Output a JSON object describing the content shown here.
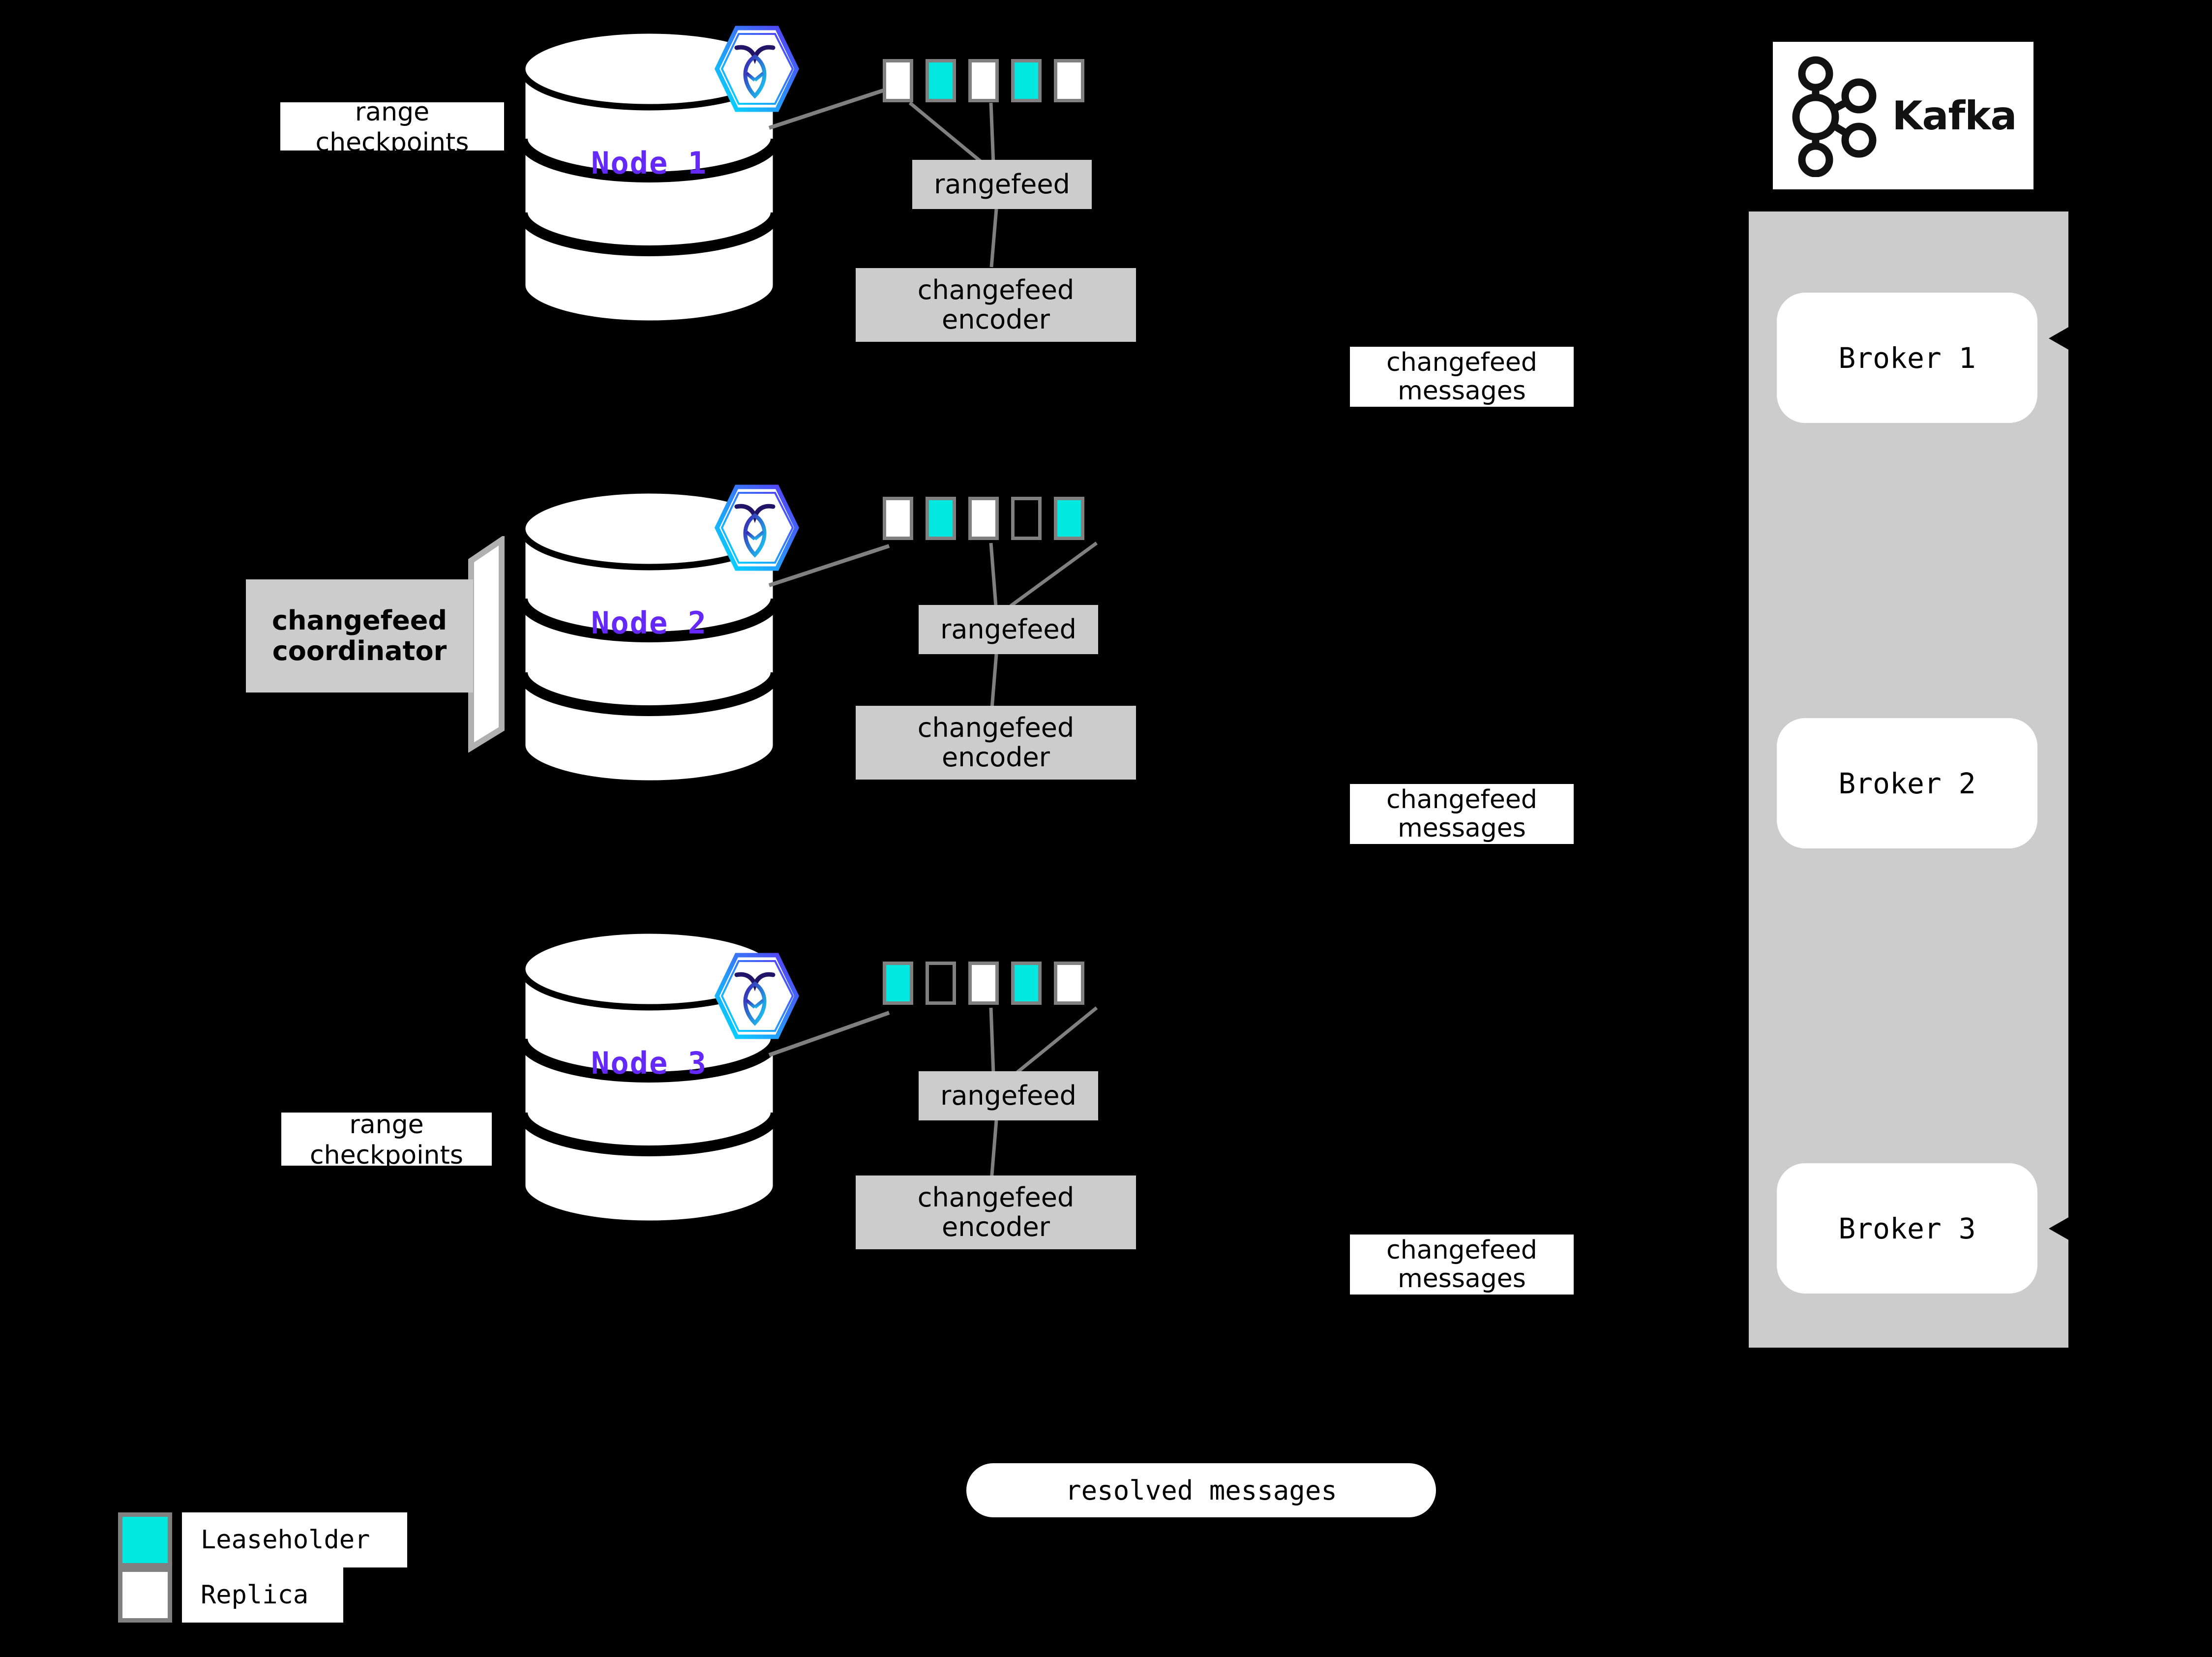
{
  "diagram": {
    "title_hidden": "",
    "background": "#000000",
    "accent_cyan": "#00e8e0",
    "accent_purple": "#6429f7",
    "box_gray": "#cccccc",
    "border_gray": "#808080"
  },
  "legend": {
    "items": [
      {
        "label": "Leaseholder",
        "swatch": "#00e8e0",
        "icon": "leaseholder-swatch"
      },
      {
        "label": "Replica",
        "swatch": "#ffffff",
        "icon": "replica-swatch"
      }
    ]
  },
  "nodes": [
    {
      "id": "node-1",
      "name": "Node 1",
      "logo_icon": "cockroachdb-hexagon-icon",
      "side_label": "range\ncheckpoints",
      "side_label_line1": "range",
      "side_label_line2": "checkpoints",
      "ranges": [
        "replica",
        "leaseholder",
        "replica",
        "leaseholder",
        "replica"
      ],
      "rangefeed_label": "rangefeed",
      "encoder_label": "changefeed\nencoder",
      "encoder_line1": "changefeed",
      "encoder_line2": "encoder",
      "messages_label_line1": "changefeed",
      "messages_label_line2": "messages"
    },
    {
      "id": "node-2",
      "name": "Node 2",
      "logo_icon": "cockroachdb-hexagon-icon",
      "coordinator_line1": "changefeed",
      "coordinator_line2": "coordinator",
      "ranges": [
        "replica",
        "leaseholder",
        "replica",
        "empty",
        "leaseholder"
      ],
      "rangefeed_label": "rangefeed",
      "encoder_line1": "changefeed",
      "encoder_line2": "encoder",
      "messages_label_line1": "changefeed",
      "messages_label_line2": "messages"
    },
    {
      "id": "node-3",
      "name": "Node 3",
      "logo_icon": "cockroachdb-hexagon-icon",
      "side_label_line1": "range",
      "side_label_line2": "checkpoints",
      "ranges": [
        "leaseholder",
        "empty",
        "replica",
        "leaseholder",
        "replica"
      ],
      "rangefeed_label": "rangefeed",
      "encoder_line1": "changefeed",
      "encoder_line2": "encoder",
      "messages_label_line1": "changefeed",
      "messages_label_line2": "messages"
    }
  ],
  "kafka": {
    "logo_icon": "kafka-logo-icon",
    "wordmark": "Kafka",
    "brokers": [
      {
        "label": "Broker 1"
      },
      {
        "label": "Broker 2"
      },
      {
        "label": "Broker 3"
      }
    ]
  },
  "resolved": {
    "label": "resolved messages"
  }
}
